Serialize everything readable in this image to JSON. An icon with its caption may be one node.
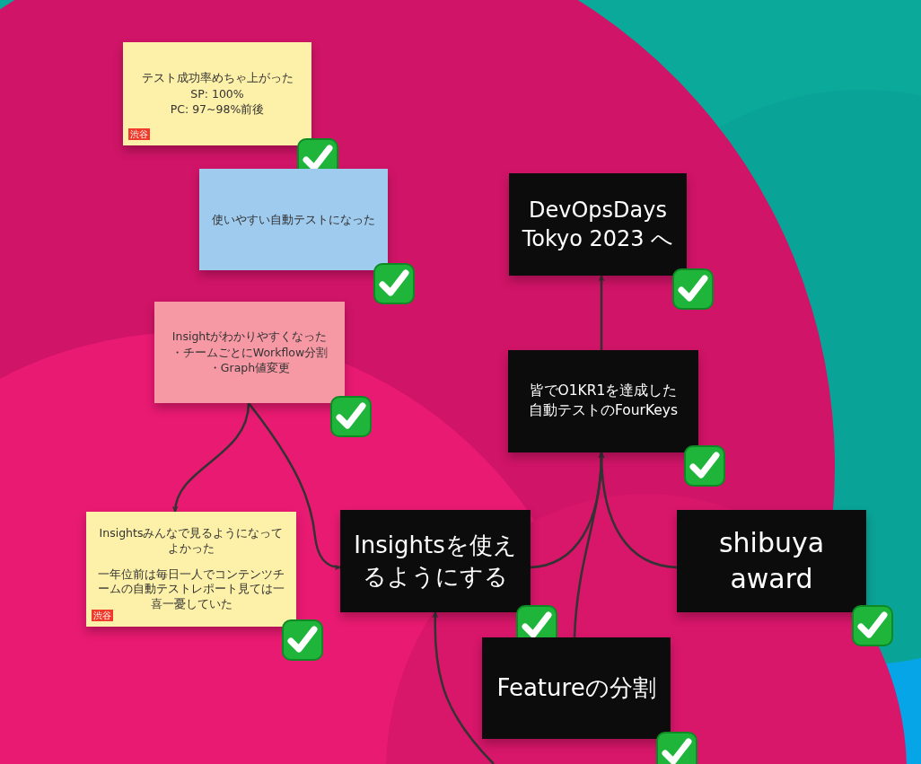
{
  "diagram": {
    "nodes": [
      {
        "text": [
          "テスト成功率めちゃ上がった",
          "SP: 100%",
          "PC: 97~98%前後",
          "渋谷"
        ]
      },
      {
        "text": [
          "使いやすい自動テストになった"
        ]
      },
      {
        "text": [
          "Insightがわかりやすくなった",
          "・チームごとにWorkflow分割",
          "・Graph値変更"
        ]
      },
      {
        "text": [
          "Insightsみんなで見るようになってよかった",
          "一年位前は毎日一人でコンテンツチームの自動テストレポート見ては一喜一憂していた",
          "渋谷"
        ]
      },
      {
        "text": [
          "Insightsを使えるようにする"
        ]
      },
      {
        "text": [
          "DevOpsDays Tokyo 2023 へ"
        ]
      },
      {
        "text": [
          "皆でO1KR1を達成した",
          "自動テストのFourKeys"
        ]
      },
      {
        "text": [
          "shibuya award"
        ]
      },
      {
        "text": [
          "Featureの分割"
        ]
      }
    ],
    "edges": [
      {
        "from": 2,
        "to": 3,
        "arrow": "to"
      },
      {
        "from": 2,
        "to": 4,
        "arrow": "to"
      },
      {
        "from": 4,
        "to": 6,
        "arrow": "to"
      },
      {
        "from": 8,
        "to": 6,
        "arrow": "to"
      },
      {
        "from": 7,
        "to": 6,
        "arrow": "to"
      },
      {
        "from": 6,
        "to": 5,
        "arrow": "to"
      },
      {
        "from": null,
        "to": 4,
        "arrow": "to"
      }
    ]
  }
}
